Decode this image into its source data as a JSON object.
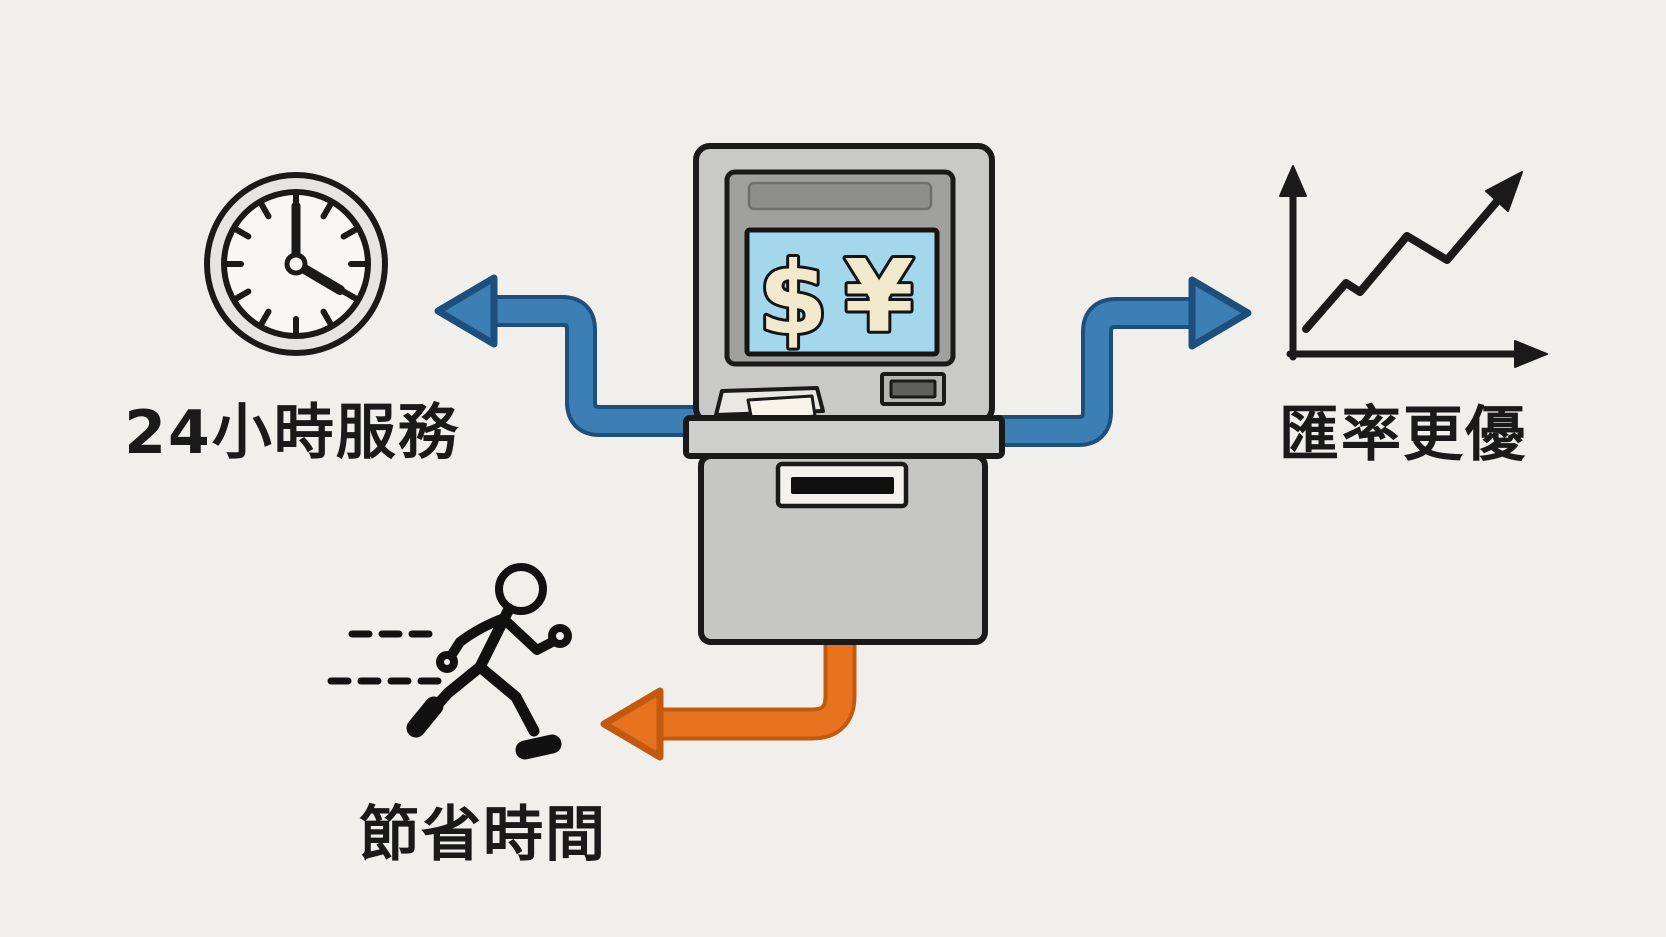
{
  "background": "#f0efec",
  "colors": {
    "outline": "#1a1a1a",
    "arrow_blue": "#3b7fb5",
    "arrow_blue_outline": "#1e4e7c",
    "arrow_orange": "#e8731f",
    "arrow_orange_outline": "#c3590f",
    "atm_body": "#c9c9c7",
    "atm_body_lower": "#c6c6c4",
    "atm_waist": "#cfcfcd",
    "atm_bezel": "#a0a09e",
    "atm_bezel_strip": "#8d8d8b",
    "screen_blue": "#a3d8ec",
    "symbol_cream": "#f2e9cd",
    "slot_dark": "#101010",
    "clock_ring": "#e6e5e3",
    "clock_face": "#f8f7f5"
  },
  "atm": {
    "name": "currency-exchange-atm",
    "screen": {
      "dollar_symbol": "$",
      "yen_symbol": "¥"
    }
  },
  "benefits": [
    {
      "id": "service",
      "label": "24小時服務",
      "icon": "clock-icon",
      "arrow": "blue-arrow-left"
    },
    {
      "id": "rate",
      "label": "匯率更優",
      "icon": "line-chart-icon",
      "arrow": "blue-arrow-right"
    },
    {
      "id": "time",
      "label": "節省時間",
      "icon": "running-person-icon",
      "arrow": "orange-arrow-left"
    }
  ],
  "icons": {
    "clock-icon": "clock showing 4 o'clock",
    "line-chart-icon": "rising zigzag line chart with axes",
    "running-person-icon": "person running right with speed dashes",
    "atm-icon": "ATM kiosk with $ and ¥ on screen"
  }
}
